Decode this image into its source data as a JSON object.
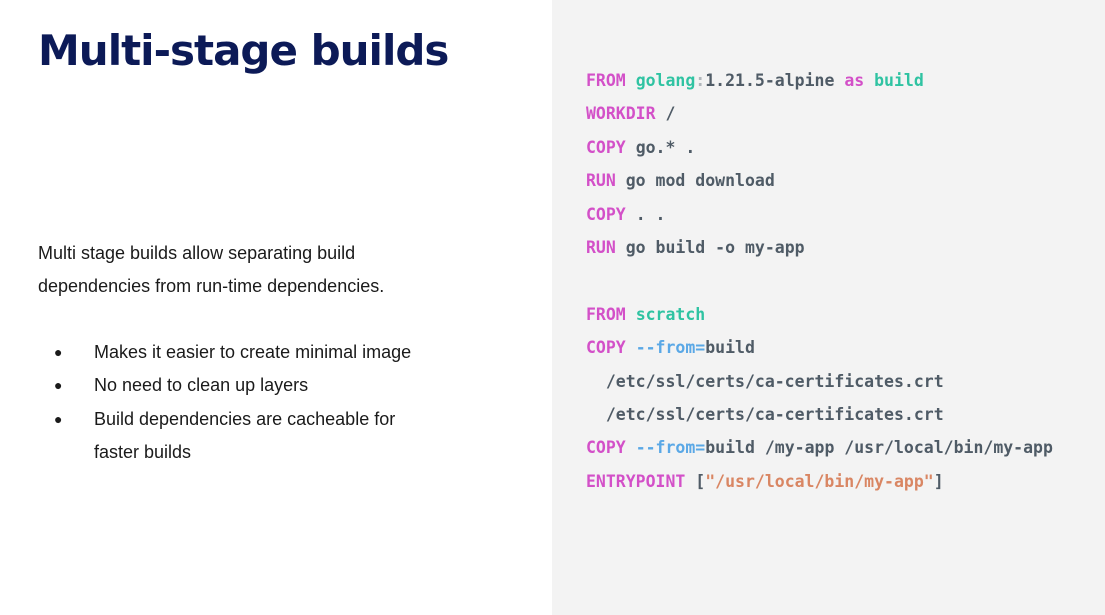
{
  "title": "Multi-stage builds",
  "intro": "Multi stage builds allow separating build dependencies from run-time dependencies.",
  "bullets": [
    "Makes it easier to create minimal image",
    "No need to clean up layers",
    "Build dependencies are cacheable for faster builds"
  ],
  "bullet_marker": "●",
  "colors": {
    "title": "#0c1a57",
    "keyword": "#d350c8",
    "image_name": "#2fc3a2",
    "flag": "#5aa8e6",
    "string": "#d98663",
    "code_text": "#4f5b66",
    "code_background": "#f3f3f3"
  },
  "code": {
    "line1": {
      "kw": "FROM",
      "image": "golang",
      "sep": ":",
      "tag": "1.21.5-alpine",
      "as": "as",
      "stage": "build"
    },
    "line2": {
      "kw": "WORKDIR",
      "arg": "/"
    },
    "line3": {
      "kw": "COPY",
      "arg": "go.* ."
    },
    "line4": {
      "kw": "RUN",
      "arg": "go mod download"
    },
    "line5": {
      "kw": "COPY",
      "arg": ". ."
    },
    "line6": {
      "kw": "RUN",
      "arg": "go build -o my-app"
    },
    "line7": {
      "kw": "FROM",
      "image": "scratch"
    },
    "line8": {
      "kw": "COPY",
      "flag": "--from=",
      "arg": "build"
    },
    "line9": {
      "arg": "/etc/ssl/certs/ca-certificates.crt"
    },
    "line10": {
      "arg": "/etc/ssl/certs/ca-certificates.crt"
    },
    "line11": {
      "kw": "COPY",
      "flag": "--from=",
      "arg": "build /my-app /usr/local/bin/my-app"
    },
    "line12": {
      "kw": "ENTRYPOINT",
      "open": "[",
      "string": "\"/usr/local/bin/my-app\"",
      "close": "]"
    }
  }
}
